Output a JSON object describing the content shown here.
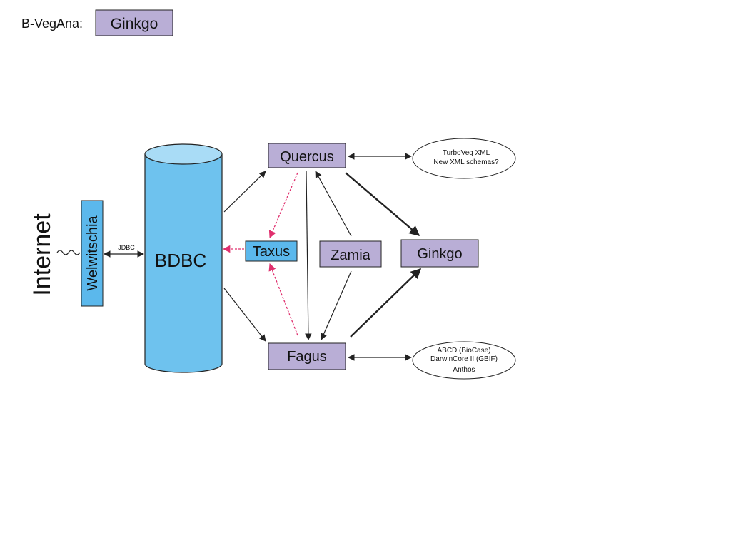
{
  "header": {
    "prefix": "B-VegAna:",
    "badge": "Ginkgo"
  },
  "side": {
    "internet": "Internet",
    "welwitschia": "Welwitschia",
    "jdbc": "JDBC"
  },
  "database": {
    "label": "BDBC"
  },
  "nodes": {
    "quercus": "Quercus",
    "taxus": "Taxus",
    "zamia": "Zamia",
    "ginkgo": "Ginkgo",
    "fagus": "Fagus"
  },
  "formats_top": {
    "line1": "TurboVeg XML",
    "line2": "New XML schemas?"
  },
  "formats_bottom": {
    "line1": "ABCD (BioCase)",
    "line2": "DarwinCore II (GBIF)",
    "line3": "Anthos"
  },
  "colors": {
    "node_fill": "#b9aed6",
    "blue_fill": "#5bb8ec",
    "cylinder_fill": "#6ec2ee",
    "cylinder_top": "#a9dcf6",
    "dashed_arrow": "#e0306e",
    "stroke": "#222222"
  }
}
